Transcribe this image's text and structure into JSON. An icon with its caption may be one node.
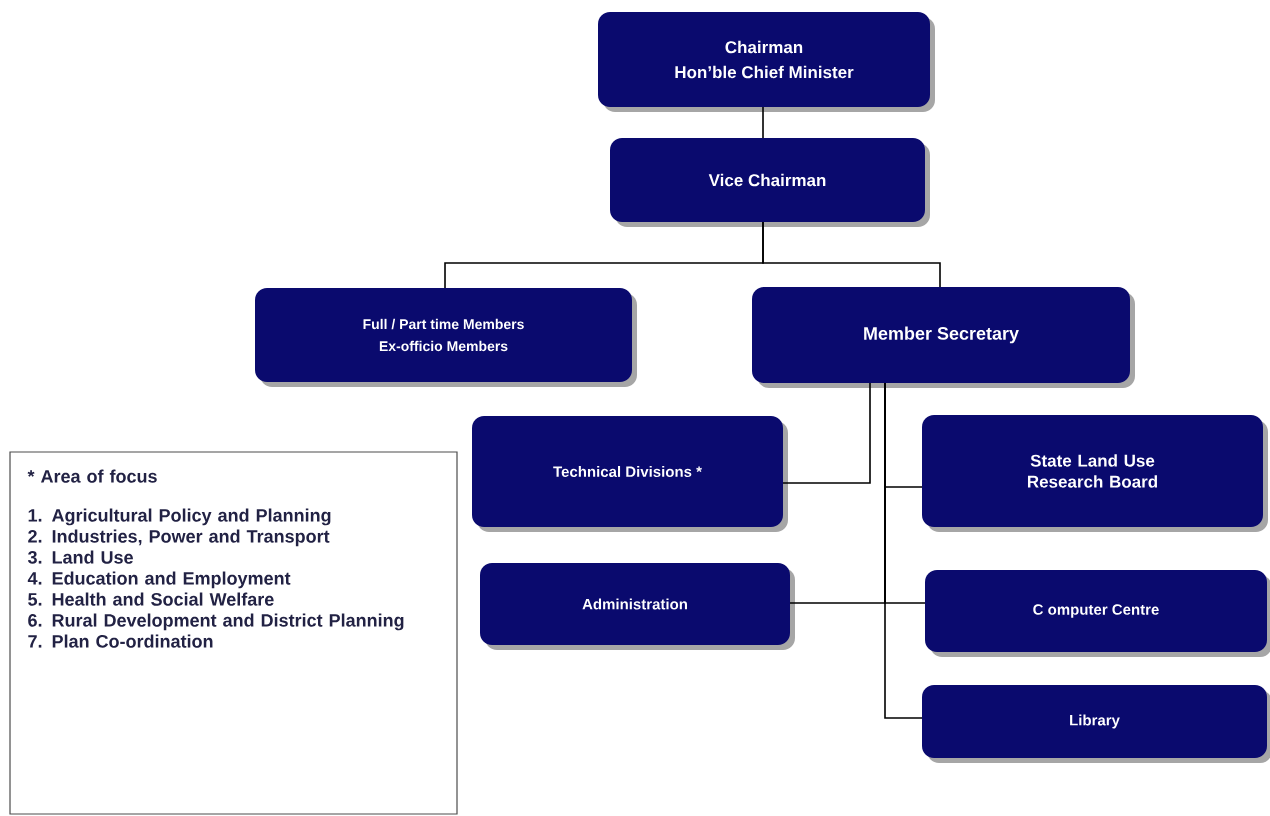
{
  "diagram": {
    "nodes": [
      {
        "text": [
          "Chairman",
          "Hon’ble Chief Minister"
        ]
      },
      {
        "text": [
          "Vice Chairman"
        ]
      },
      {
        "text": [
          "Full / Part time Members",
          "Ex-officio Members"
        ]
      },
      {
        "text": [
          "Member Secretary"
        ]
      },
      {
        "text": [
          "Technical Divisions *"
        ]
      },
      {
        "text": [
          "State Land Use Research Board"
        ]
      },
      {
        "text": [
          "Administration"
        ]
      },
      {
        "text": [
          "C omputer Centre"
        ]
      },
      {
        "text": [
          "Library"
        ]
      },
      {
        "text": [
          "* Area of focus",
          "1. Agricultural Policy and Planning",
          "2. Industries, Power and Transport",
          "3. Land Use",
          "4. Education and Employment",
          "5. Health and Social Welfare",
          "6. Rural Development and District Planning",
          "7. Plan Co-ordination"
        ]
      }
    ],
    "edges": [
      {
        "from": 0,
        "to": 1,
        "arrow": "none"
      },
      {
        "from": 1,
        "to": 2,
        "arrow": "none"
      },
      {
        "from": 1,
        "to": 3,
        "arrow": "none"
      },
      {
        "from": 3,
        "to": 4,
        "arrow": "none"
      },
      {
        "from": 3,
        "to": 5,
        "arrow": "none"
      },
      {
        "from": 3,
        "to": 6,
        "arrow": "none"
      },
      {
        "from": 3,
        "to": 7,
        "arrow": "none"
      },
      {
        "from": 3,
        "to": 8,
        "arrow": "none"
      }
    ]
  }
}
